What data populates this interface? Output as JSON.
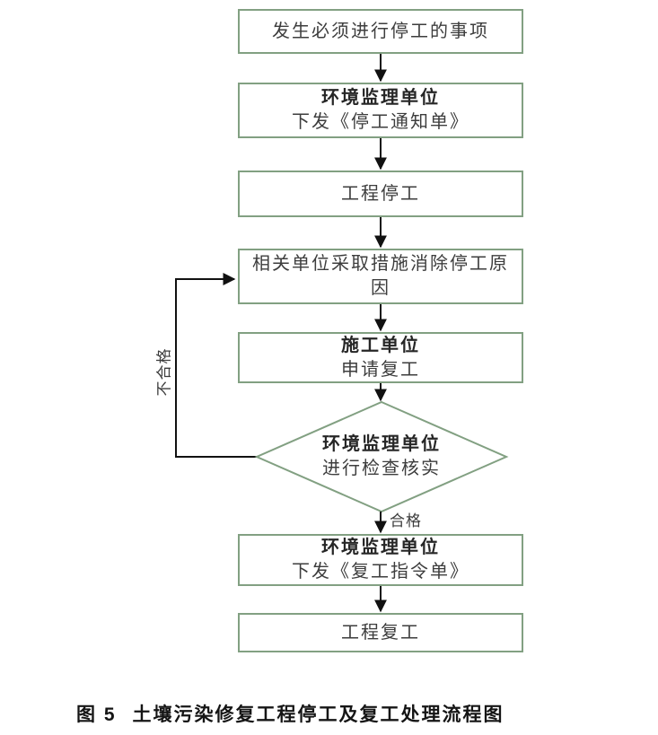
{
  "page": {
    "background_color": "#ffffff"
  },
  "flowchart": {
    "colors": {
      "node_border": "#82a082",
      "connector": "#111111",
      "text": "#3d3d3d",
      "title_text": "#262626"
    },
    "nodes": [
      {
        "text": "发生必须进行停工的事项"
      },
      {
        "title": "环境监理单位",
        "text": "下发《停工通知单》"
      },
      {
        "text": "工程停工"
      },
      {
        "text": "相关单位采取措施消除停工原因"
      },
      {
        "title": "施工单位",
        "text": "申请复工"
      },
      {
        "title": "环境监理单位",
        "text": "进行检查核实"
      },
      {
        "title": "环境监理单位",
        "text": "下发《复工指令单》"
      },
      {
        "text": "工程复工"
      }
    ],
    "edge_labels": {
      "pass": "合格",
      "fail": "不合格"
    }
  },
  "caption": {
    "prefix": "图 5",
    "title": "土壤污染修复工程停工及复工处理流程图"
  }
}
